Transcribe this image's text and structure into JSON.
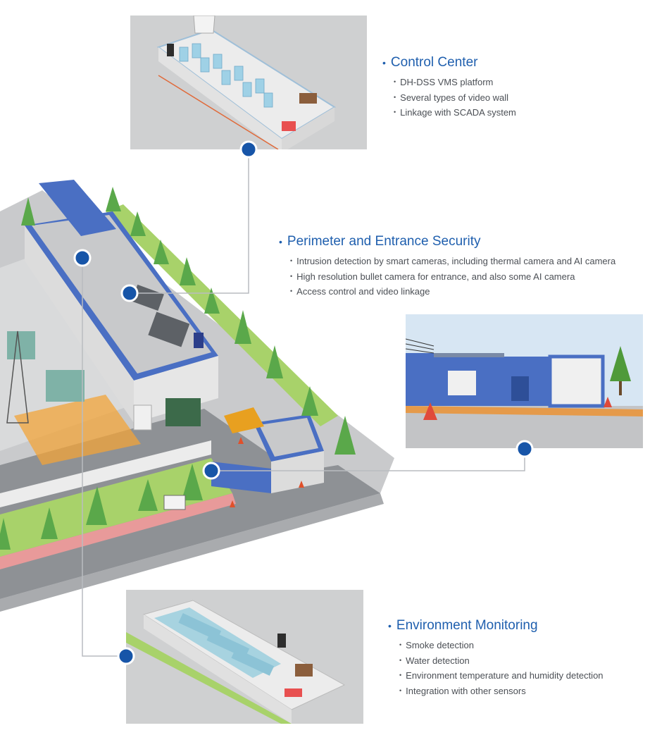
{
  "sections": {
    "control_center": {
      "title": "Control Center",
      "items": [
        "DH-DSS  VMS platform",
        "Several types of  video wall",
        "Linkage with SCADA system"
      ]
    },
    "perimeter": {
      "title": "Perimeter and Entrance Security",
      "items": [
        "Intrusion detection by smart cameras, including thermal camera and AI camera",
        "High resolution bullet camera for entrance, and also some AI camera",
        "Access control and video linkage"
      ]
    },
    "environment": {
      "title": "Environment Monitoring",
      "items": [
        "Smoke detection",
        "Water detection",
        "Environment temperature and humidity detection",
        "Integration with other sensors"
      ]
    }
  },
  "colors": {
    "accent": "#1f5fae",
    "marker": "#1755a8",
    "connector": "#b9bcc0",
    "panel_bg": "#cfd0d1",
    "grass": "#a8d26a",
    "road": "#8a8d91",
    "building_blue": "#4a6fc3"
  }
}
